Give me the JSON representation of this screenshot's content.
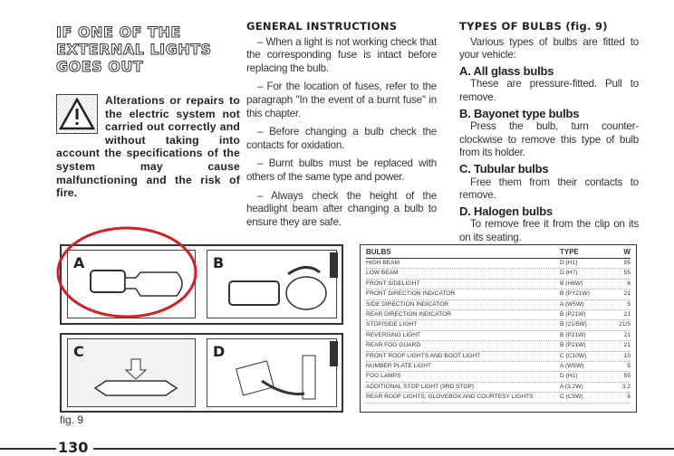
{
  "left": {
    "title": "IF ONE OF THE EXTERNAL LIGHTS GOES OUT",
    "warning": "Alterations or repairs to the electric system not carried out correctly and without taking into account the specifications of the system may cause malfunctioning and the risk of fire."
  },
  "middle": {
    "heading": "GENERAL INSTRUCTIONS",
    "paragraphs": [
      "– When a light is not working check that the corresponding fuse is intact before replacing the bulb.",
      "– For the location of fuses, refer to the paragraph \"In the event of a burnt fuse\" in this chapter.",
      "– Before changing a bulb check the contacts for oxidation.",
      "– Burnt bulbs must be replaced with others of the same type and power.",
      "– Always check the height of the headlight beam after changing a bulb to ensure they are safe."
    ]
  },
  "right": {
    "heading": "TYPES OF BULBS (fig. 9)",
    "intro": "Various types of bulbs are fitted to your vehicle:",
    "types": [
      {
        "title": "A. All glass bulbs",
        "text": "These are pressure-fitted. Pull to remove."
      },
      {
        "title": "B. Bayonet type bulbs",
        "text": "Press the bulb, turn counter-clockwise to remove this type of bulb from its holder."
      },
      {
        "title": "C. Tubular bulbs",
        "text": "Free them from their contacts to remove."
      },
      {
        "title": "D. Halogen bulbs",
        "text": "To remove free it from the clip on its on its seating."
      }
    ]
  },
  "figure": {
    "caption": "fig. 9",
    "panels": [
      "A",
      "B",
      "C",
      "D"
    ]
  },
  "table": {
    "headers": [
      "BULBS",
      "TYPE",
      "W"
    ],
    "rows": [
      [
        "High beam",
        "D (H1)",
        "55"
      ],
      [
        "Low beam",
        "D (H7)",
        "55"
      ],
      [
        "Front sidelight",
        "B (H6W)",
        "6"
      ],
      [
        "Front direction indicator",
        "B (PY21W)",
        "21"
      ],
      [
        "Side direction indicator",
        "A (W5W)",
        "5"
      ],
      [
        "Rear direction indicator",
        "B (P21W)",
        "21"
      ],
      [
        "Stop/side light",
        "B (21/5W)",
        "21/5"
      ],
      [
        "Reversing light",
        "B (P21W)",
        "21"
      ],
      [
        "Rear fog guard",
        "B (P21W)",
        "21"
      ],
      [
        "Front roof lights and boot light",
        "C (C10W)",
        "10"
      ],
      [
        "Number plate light",
        "A (W5W)",
        "5"
      ],
      [
        "Fog lamps",
        "D (H1)",
        "55"
      ],
      [
        "Additional stop light (3rd stop)",
        "A (3.2W)",
        "3.2"
      ],
      [
        "Rear roof lights, glovebox and courtesy lights",
        "C (C5W)",
        "5"
      ]
    ]
  },
  "page_number": "130"
}
